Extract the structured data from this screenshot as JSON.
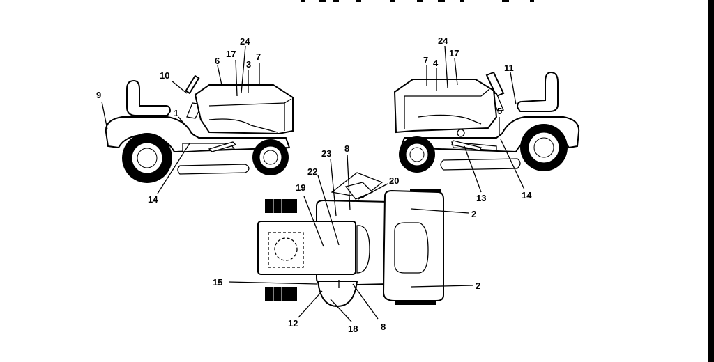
{
  "callouts": {
    "left": {
      "c9": "9",
      "c10": "10",
      "c6": "6",
      "c17": "17",
      "c24": "24",
      "c3": "3",
      "c7": "7",
      "c1": "1",
      "c14": "14"
    },
    "right": {
      "c24": "24",
      "c7": "7",
      "c4": "4",
      "c17": "17",
      "c11": "11",
      "c5": "5",
      "c13": "13",
      "c14": "14"
    },
    "top": {
      "c8a": "8",
      "c23": "23",
      "c22": "22",
      "c19": "19",
      "c20": "20",
      "c2a": "2",
      "c15": "15",
      "c2b": "2",
      "c12": "12",
      "c18": "18",
      "c8b": "8"
    }
  }
}
